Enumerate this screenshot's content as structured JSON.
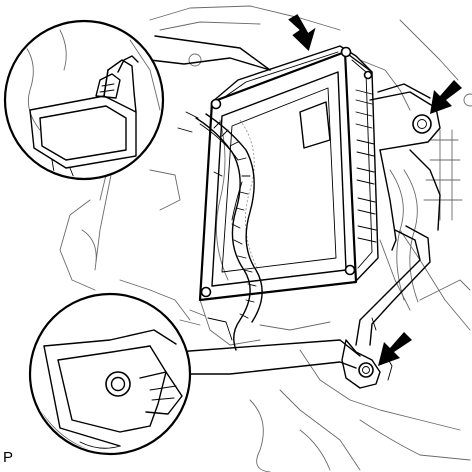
{
  "figure": {
    "corner_label": "P"
  },
  "parts": {
    "ecu": "engine-control-module",
    "callout_upper": "clip-detail-callout",
    "callout_lower": "bolt-detail-callout",
    "arrows": [
      "top-mount-arrow",
      "right-mount-arrow",
      "bottom-bolt-arrow"
    ]
  },
  "colors": {
    "line": "#000000",
    "background": "#ffffff",
    "background_lines": "#6a6a6a"
  }
}
